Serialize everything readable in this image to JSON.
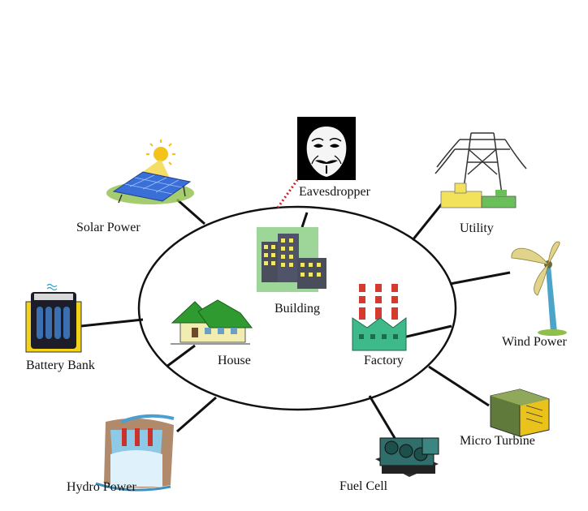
{
  "labels": {
    "eavesdropper": "Eavesdropper",
    "solar_power": "Solar Power",
    "utility": "Utility",
    "battery_bank": "Battery Bank",
    "wind_power": "Wind Power",
    "micro_turbine": "Micro Turbine",
    "hydro_power": "Hydro Power",
    "fuel_cell": "Fuel Cell",
    "building": "Building",
    "house": "House",
    "factory": "Factory"
  },
  "colors": {
    "line": "#111111",
    "eavesdrop_link": "#c0282a",
    "sun": "#f3c21b",
    "solar_panel": "#3a6fd8",
    "house_roof": "#2f9a2f",
    "factory_green": "#3db98a",
    "chimney_red": "#d43a2e",
    "battery_yellow": "#f2d21a",
    "building_green": "#9ed69a",
    "turbine_yellow": "#e9c21c",
    "turbine_green": "#5f7a3a"
  }
}
